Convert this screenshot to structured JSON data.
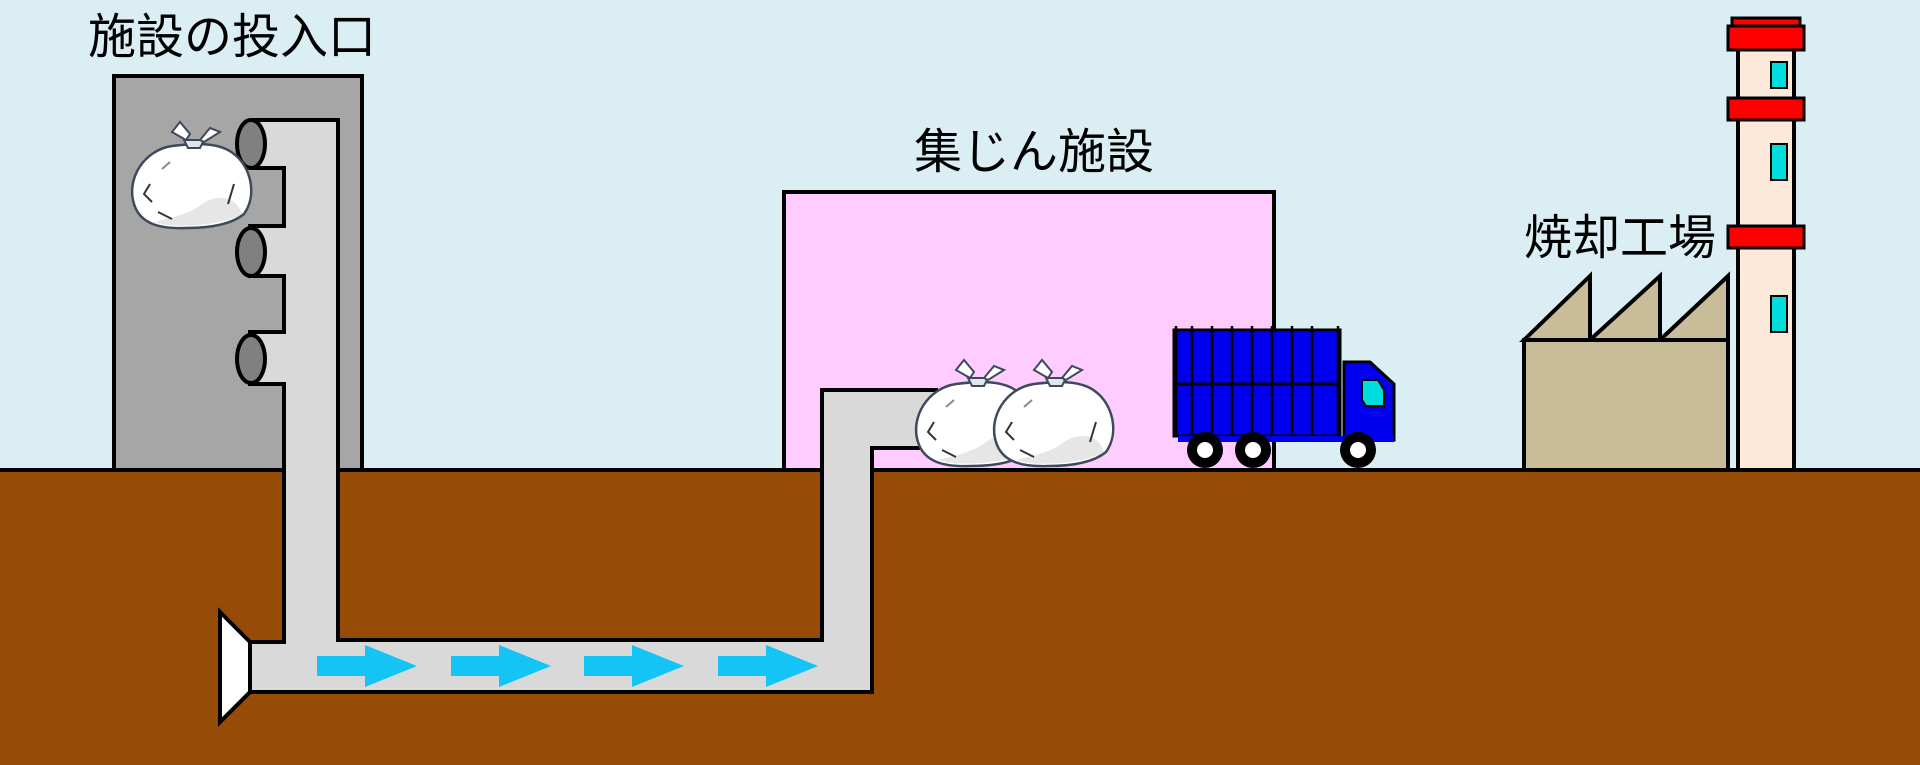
{
  "labels": {
    "inlet": "施設の投入口",
    "collection": "集じん施設",
    "incinerator": "焼却工場"
  },
  "colors": {
    "sky": "#daeef4",
    "ground": "#964b06",
    "building": "#a6a6a6",
    "pipe": "#d9d9d9",
    "collection_facility": "#ffccff",
    "factory": "#c8bd98",
    "chimney": "#fde9d9",
    "chimney_bands": "#ff0000",
    "chimney_windows": "#00dddd",
    "truck": "#0000ee",
    "flow_arrows": "#14c4f4"
  },
  "icons": [
    "garbage-bag-icon",
    "truck-icon",
    "flow-arrow-icon"
  ]
}
